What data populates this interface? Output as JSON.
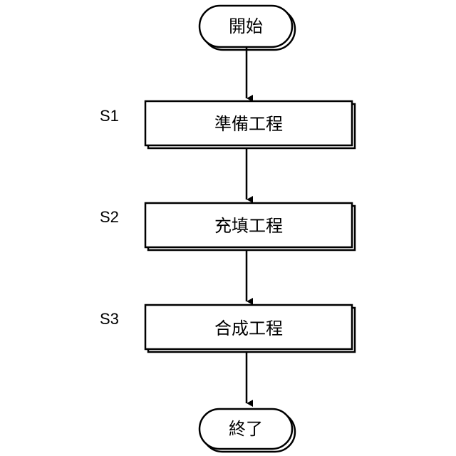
{
  "flowchart": {
    "start": {
      "label": "開始"
    },
    "steps": [
      {
        "id": "S1",
        "label": "準備工程"
      },
      {
        "id": "S2",
        "label": "充填工程"
      },
      {
        "id": "S3",
        "label": "合成工程"
      }
    ],
    "end": {
      "label": "終了"
    }
  }
}
